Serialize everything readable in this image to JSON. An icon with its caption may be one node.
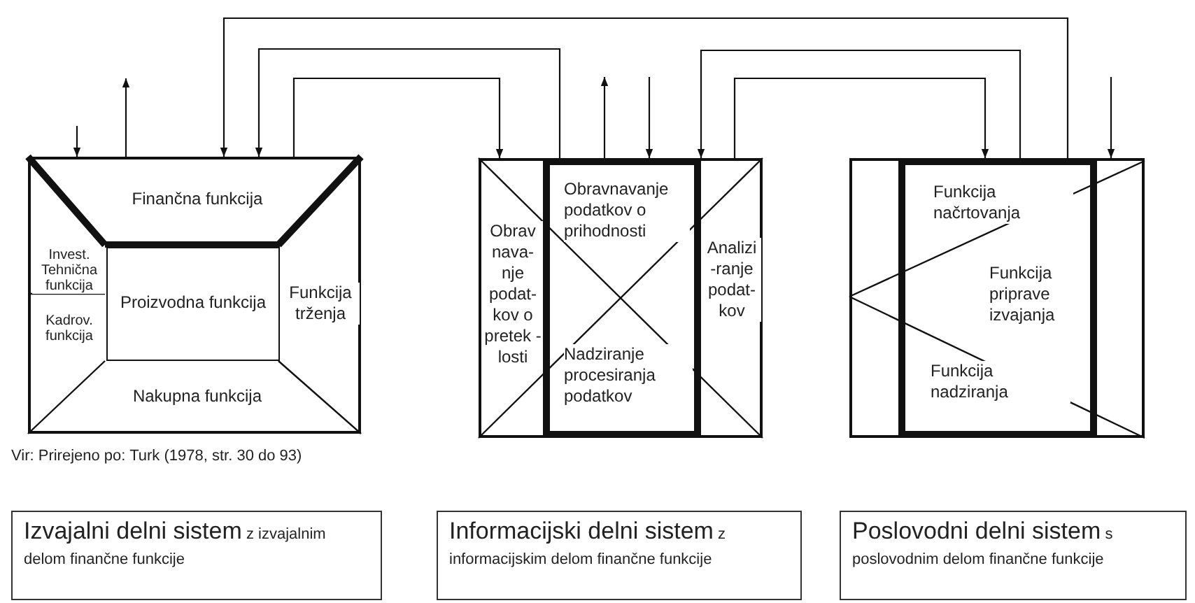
{
  "diagram": {
    "nodes": [
      {
        "text": [],
        "shape": "box"
      },
      {
        "text": [
          "Finančna funkcija"
        ],
        "in": 0
      },
      {
        "text": [
          "Invest. Tehnična funkcija"
        ],
        "in": 0
      },
      {
        "text": [
          "Kadrov. funkcija"
        ],
        "in": 0
      },
      {
        "text": [
          "Proizvodna funkcija"
        ],
        "in": 0
      },
      {
        "text": [
          "Funkcija trženja"
        ],
        "in": 0
      },
      {
        "text": [
          "Nakupna funkcija"
        ],
        "in": 0
      },
      {
        "text": [],
        "shape": "box"
      },
      {
        "text": [
          "Obrav nava- nje podat- kov o pretek -losti"
        ],
        "in": 7
      },
      {
        "text": [
          "Obravnavanje podatkov o prihodnosti",
          "Nadziranje procesiranja podatkov"
        ],
        "in": 7
      },
      {
        "text": [
          "Analizi -ranje podat- kov"
        ],
        "in": 7
      },
      {
        "text": [],
        "shape": "box"
      },
      {
        "text": [
          "Funkcija načrtovanja",
          "Funkcija priprave izvajanja",
          "Funkcija nadziranja"
        ],
        "in": 11
      },
      {
        "text": [
          "Izvajalni delni sistem",
          "z izvajalnim delom finančne funkcije"
        ]
      },
      {
        "text": [
          "Informacijski delni sistem",
          "z informacijskim delom finančne funkcije"
        ]
      },
      {
        "text": [
          "Poslovodni delni sistem",
          "s poslovodnim delom finančne funkcije"
        ]
      }
    ],
    "edges": [
      {
        "from": 11,
        "to": 0,
        "arrow": "to"
      },
      {
        "from": 7,
        "to": 0,
        "arrow": "to"
      },
      {
        "from": 0,
        "to": 7,
        "arrow": "to"
      },
      {
        "from": 0,
        "to": null,
        "arrow": "to"
      },
      {
        "from": 7,
        "to": null,
        "arrow": "to"
      },
      {
        "from": null,
        "to": 7,
        "arrow": "to"
      },
      {
        "from": 11,
        "to": 7,
        "arrow": "to"
      },
      {
        "from": 7,
        "to": 11,
        "arrow": "to"
      },
      {
        "from": null,
        "to": 11,
        "arrow": "to"
      },
      {
        "from": null,
        "to": 0,
        "arrow": "to"
      }
    ],
    "labels": [
      "Vir: Prirejeno po: Turk (1978, str. 30 do 93)"
    ]
  }
}
